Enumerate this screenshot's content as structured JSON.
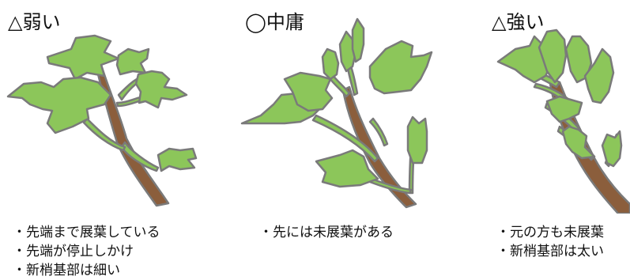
{
  "panels": [
    {
      "title": "△弱い",
      "notes": [
        "・先端まで展葉している",
        "・先端が停止しかけ",
        "・新梢基部は細い"
      ]
    },
    {
      "title": "◯中庸",
      "notes": [
        "・先には未展葉がある"
      ]
    },
    {
      "title": "△強い",
      "notes": [
        "・元の方も未展葉",
        "・新梢基部は太い"
      ]
    }
  ],
  "colors": {
    "stem": "#8b5e3c",
    "leaf": "#8cc65a",
    "outline": "#7a7a7a"
  },
  "icons": [
    "weak-shoot-illustration-icon",
    "moderate-shoot-illustration-icon",
    "strong-shoot-illustration-icon"
  ]
}
